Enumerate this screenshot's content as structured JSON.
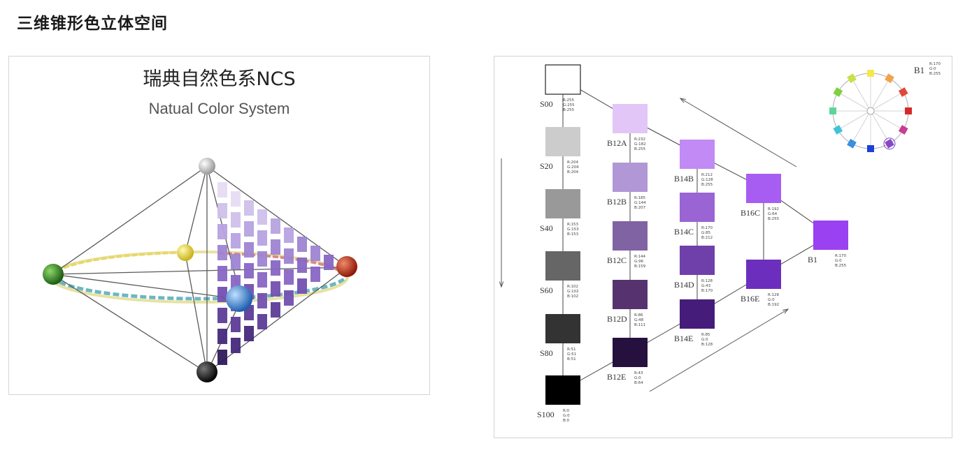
{
  "page": {
    "heading": "三维锥形色立体空间"
  },
  "ncs_panel": {
    "title": "瑞典自然色系NCS",
    "subtitle": "Natual Color System"
  },
  "hue_panel": {
    "corner_label": "B1",
    "corner_rgb": [
      "R:170",
      "G:0",
      "B:255"
    ],
    "swatches": [
      {
        "id": "S00",
        "color": "#ffffff",
        "rgb": [
          "R:255",
          "G:255",
          "B:255"
        ]
      },
      {
        "id": "S20",
        "color": "#cccccc",
        "rgb": [
          "R:204",
          "G:204",
          "B:204"
        ]
      },
      {
        "id": "S40",
        "color": "#999999",
        "rgb": [
          "R:153",
          "G:153",
          "B:153"
        ]
      },
      {
        "id": "S60",
        "color": "#666666",
        "rgb": [
          "R:102",
          "G:102",
          "B:102"
        ]
      },
      {
        "id": "S80",
        "color": "#333333",
        "rgb": [
          "R:51",
          "G:51",
          "B:51"
        ]
      },
      {
        "id": "S100",
        "color": "#000000",
        "rgb": [
          "R:0",
          "G:0",
          "B:0"
        ]
      },
      {
        "id": "B12A",
        "color": "#e2c6f7",
        "rgb": [
          "R:232",
          "G:182",
          "B:255"
        ]
      },
      {
        "id": "B12B",
        "color": "#b197d5",
        "rgb": [
          "R:185",
          "G:144",
          "B:207"
        ]
      },
      {
        "id": "B12C",
        "color": "#8063a3",
        "rgb": [
          "R:144",
          "G:96",
          "B:159"
        ]
      },
      {
        "id": "B12D",
        "color": "#56336f",
        "rgb": [
          "R:86",
          "G:48",
          "B:111"
        ]
      },
      {
        "id": "B12E",
        "color": "#26103d",
        "rgb": [
          "R:43",
          "G:0",
          "B:64"
        ]
      },
      {
        "id": "B14B",
        "color": "#c28af4",
        "rgb": [
          "R:212",
          "G:128",
          "B:255"
        ]
      },
      {
        "id": "B14C",
        "color": "#9a64d4",
        "rgb": [
          "R:170",
          "G:85",
          "B:212"
        ]
      },
      {
        "id": "B14D",
        "color": "#7040aa",
        "rgb": [
          "R:128",
          "G:43",
          "B:170"
        ]
      },
      {
        "id": "B14E",
        "color": "#461c7a",
        "rgb": [
          "R:85",
          "G:0",
          "B:128"
        ]
      },
      {
        "id": "B16C",
        "color": "#a75df2",
        "rgb": [
          "R:192",
          "G:64",
          "B:255"
        ]
      },
      {
        "id": "B16E",
        "color": "#6c2fbd",
        "rgb": [
          "R:128",
          "G:0",
          "B:192"
        ]
      },
      {
        "id": "B1",
        "color": "#9a42f2",
        "rgb": [
          "R:170",
          "G:0",
          "B:255"
        ]
      }
    ],
    "hue_wheel_colors": [
      "#f4e94a",
      "#f2a24a",
      "#e0493a",
      "#d62a2a",
      "#c73d8f",
      "#8a48c8",
      "#1c3fd6",
      "#3a8fe0",
      "#40c4d8",
      "#5ed49b",
      "#7ed040",
      "#c8e04a"
    ]
  }
}
